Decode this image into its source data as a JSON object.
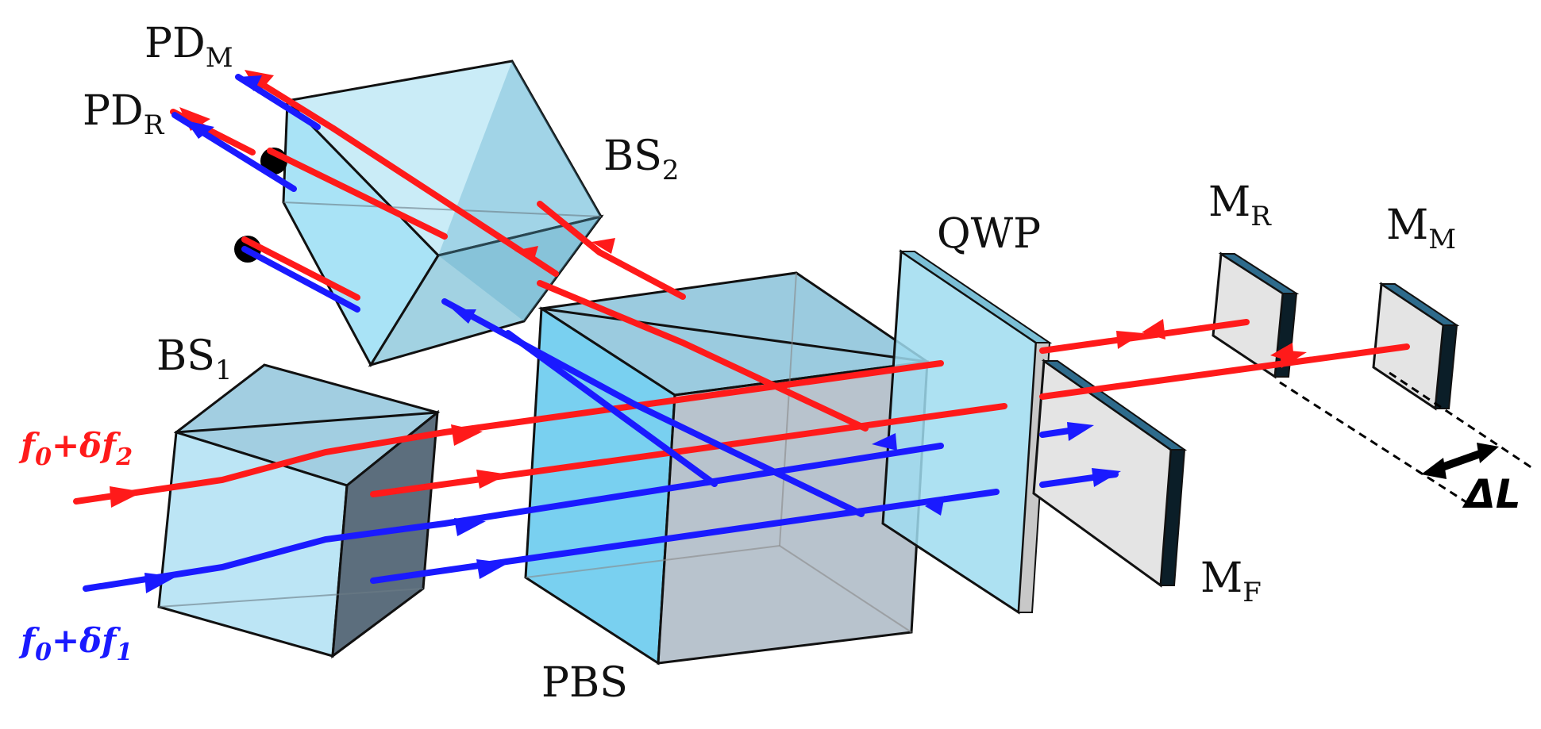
{
  "labels": {
    "pd_m": {
      "main": "PD",
      "sub": "M"
    },
    "pd_r": {
      "main": "PD",
      "sub": "R"
    },
    "bs2": {
      "main": "BS",
      "sub": "2"
    },
    "bs1": {
      "main": "BS",
      "sub": "1"
    },
    "qwp": "QWP",
    "pbs": "PBS",
    "m_r": {
      "main": "M",
      "sub": "R"
    },
    "m_m": {
      "main": "M",
      "sub": "M"
    },
    "m_f": {
      "main": "M",
      "sub": "F"
    },
    "delta_l": "ΔL",
    "freq_red": {
      "main": "f",
      "sub0": "0",
      "mid": "+δf",
      "sub2": "2"
    },
    "freq_blue": {
      "main": "f",
      "sub0": "0",
      "mid": "+δf",
      "sub2": "1"
    }
  },
  "colors": {
    "red_beam": "#ff1a1a",
    "blue_beam": "#1a1aff",
    "cube_fill": "#5fc6e8",
    "mirror_face": "#e4e4e4",
    "mirror_edge": "#0b1e28"
  }
}
